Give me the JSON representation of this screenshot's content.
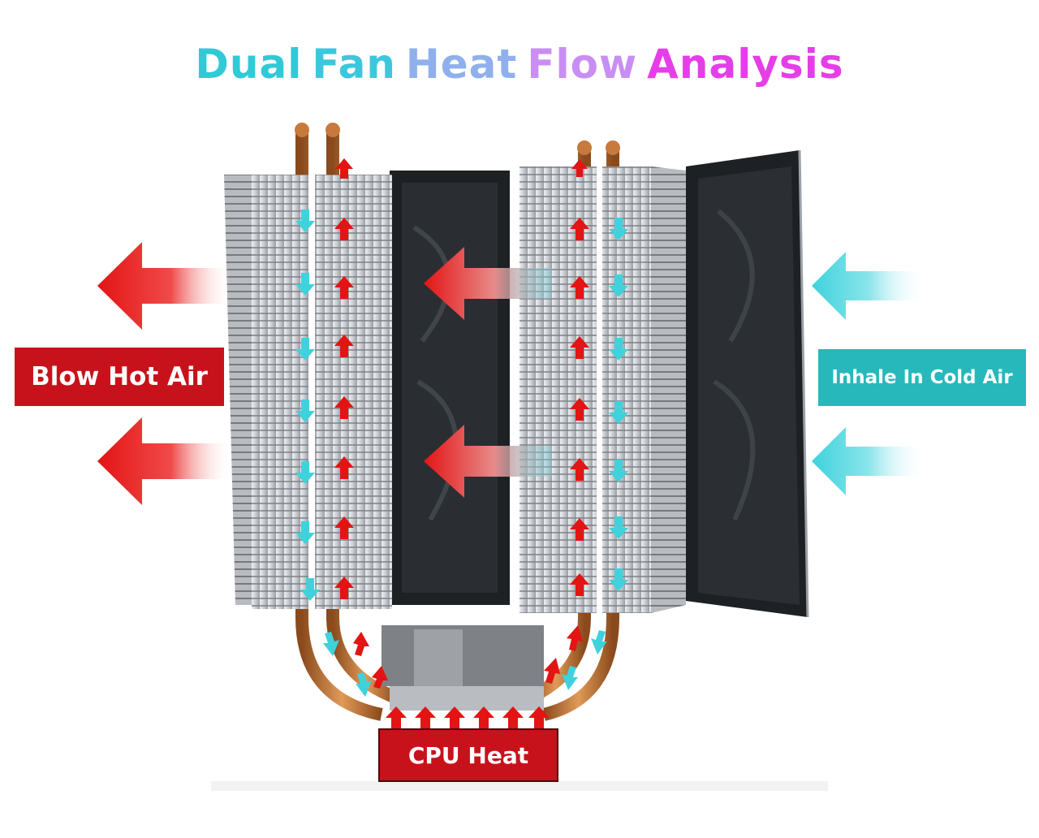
{
  "title": {
    "words": [
      "Dual",
      "Fan",
      "Heat",
      "Flow",
      "Analysis"
    ],
    "colors": [
      "#2fcad6",
      "#2fcad6",
      "#7fb3e8",
      "#c98ef3",
      "#e53ee8"
    ]
  },
  "labels": {
    "hot_air": "Blow Hot Air",
    "cold_air": "Inhale In Cold Air",
    "cpu": "CPU Heat"
  },
  "colors": {
    "hot": "#e31414",
    "cold": "#3fd2dc",
    "label_red": "#c8121b",
    "label_teal": "#27b8bb",
    "copper": "#c77a3c",
    "fin": "#d4d6d8",
    "fan": "#1e2124"
  },
  "icons": [
    "hot-air-arrow-icon",
    "cold-air-arrow-icon",
    "heat-up-arrow-icon",
    "cool-down-arrow-icon"
  ]
}
